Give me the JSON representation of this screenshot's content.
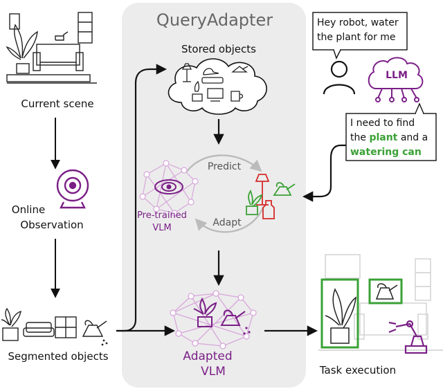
{
  "title": "QueryAdapter",
  "labels": {
    "current_scene": "Current scene",
    "online_line1": "Online",
    "online_line2": "Observation",
    "segmented_objects": "Segmented objects",
    "stored_objects": "Stored objects",
    "predict": "Predict",
    "adapt": "Adapt",
    "pretrained_line1": "Pre-trained",
    "pretrained_line2": "VLM",
    "adapted_line1": "Adapted",
    "adapted_line2": "VLM",
    "task_execution": "Task execution",
    "llm": "LLM"
  },
  "user_bubble": {
    "line1": "Hey robot, water",
    "line2": "the plant for me"
  },
  "llm_bubble": {
    "line1": "I need to find",
    "line2_prefix": "the ",
    "line2_highlight": "plant",
    "line2_suffix": " and a",
    "line3_highlight": "watering can"
  },
  "colors": {
    "accent_purple": "#7a1f86",
    "highlight_green": "#3aa135",
    "panel_gray": "#ececec",
    "arrow_gray": "#bbbbbb",
    "prediction_red": "#d42a2a"
  },
  "icons": [
    "living-room-scene-icon",
    "webcam-icon",
    "plant-icon",
    "sofa-icon",
    "window-icon",
    "watering-can-icon",
    "lamp-icon",
    "hat-icon",
    "sofa-icon",
    "mug-icon",
    "person-icon",
    "llm-brain-icon",
    "neural-net-icon",
    "robot-arm-icon",
    "bottle-icon"
  ]
}
